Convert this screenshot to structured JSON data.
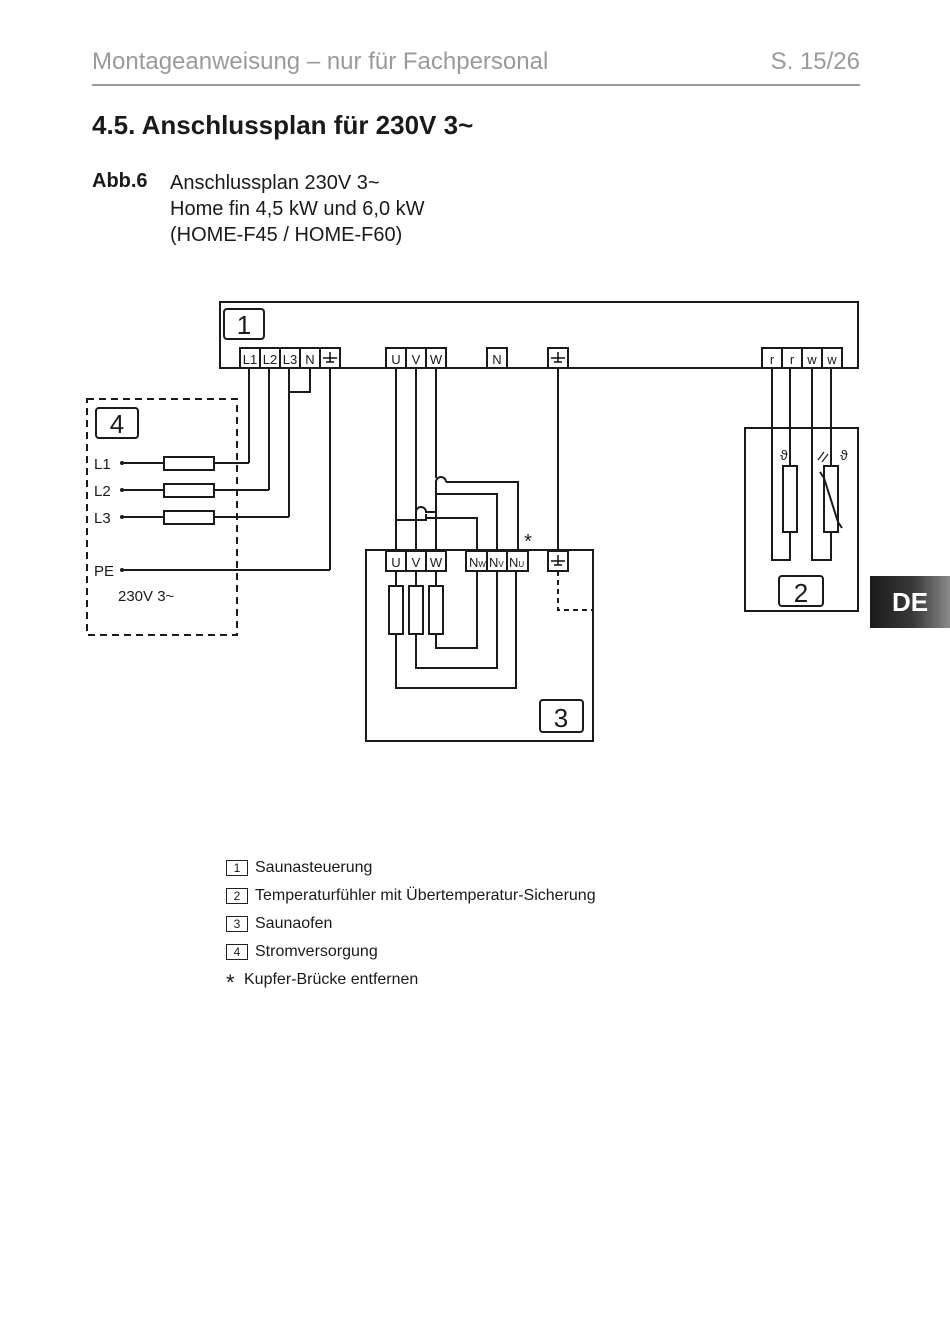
{
  "header": {
    "title": "Montageanweisung – nur für Fachpersonal",
    "page": "S. 15/26"
  },
  "section": {
    "heading": "4.5. Anschlussplan für 230V 3~"
  },
  "figure": {
    "label": "Abb.6",
    "caption_lines": [
      "Anschlussplan 230V 3~",
      "Home fin 4,5 kW und 6,0 kW",
      "(HOME-F45 / HOME-F60)"
    ]
  },
  "diagram": {
    "box_numbers": [
      "1",
      "2",
      "3",
      "4"
    ],
    "controller_terminals_supply": [
      "L1",
      "L2",
      "L3",
      "N"
    ],
    "controller_terminals_heater": [
      "U",
      "V",
      "W"
    ],
    "controller_terminal_neutral": "N",
    "controller_terminals_sensor": [
      "r",
      "r",
      "w",
      "w"
    ],
    "oven_terminals": [
      "U",
      "V",
      "W"
    ],
    "oven_neutral_terminals": [
      {
        "base": "N",
        "sub": "W"
      },
      {
        "base": "N",
        "sub": "V"
      },
      {
        "base": "N",
        "sub": "U"
      }
    ],
    "supply_lines": [
      "L1",
      "L2",
      "L3"
    ],
    "supply_pe": "PE",
    "supply_voltage": "230V 3~",
    "bridge_marker": "*",
    "sensor_symbol": "ϑ"
  },
  "language_tab": "DE",
  "legend": {
    "items": [
      {
        "num": "1",
        "text": "Saunasteuerung"
      },
      {
        "num": "2",
        "text": "Temperaturfühler mit Übertemperatur-Sicherung"
      },
      {
        "num": "3",
        "text": "Saunaofen"
      },
      {
        "num": "4",
        "text": "Stromversorgung"
      }
    ],
    "note_marker": "*",
    "note_text": "Kupfer-Brücke entfernen"
  }
}
